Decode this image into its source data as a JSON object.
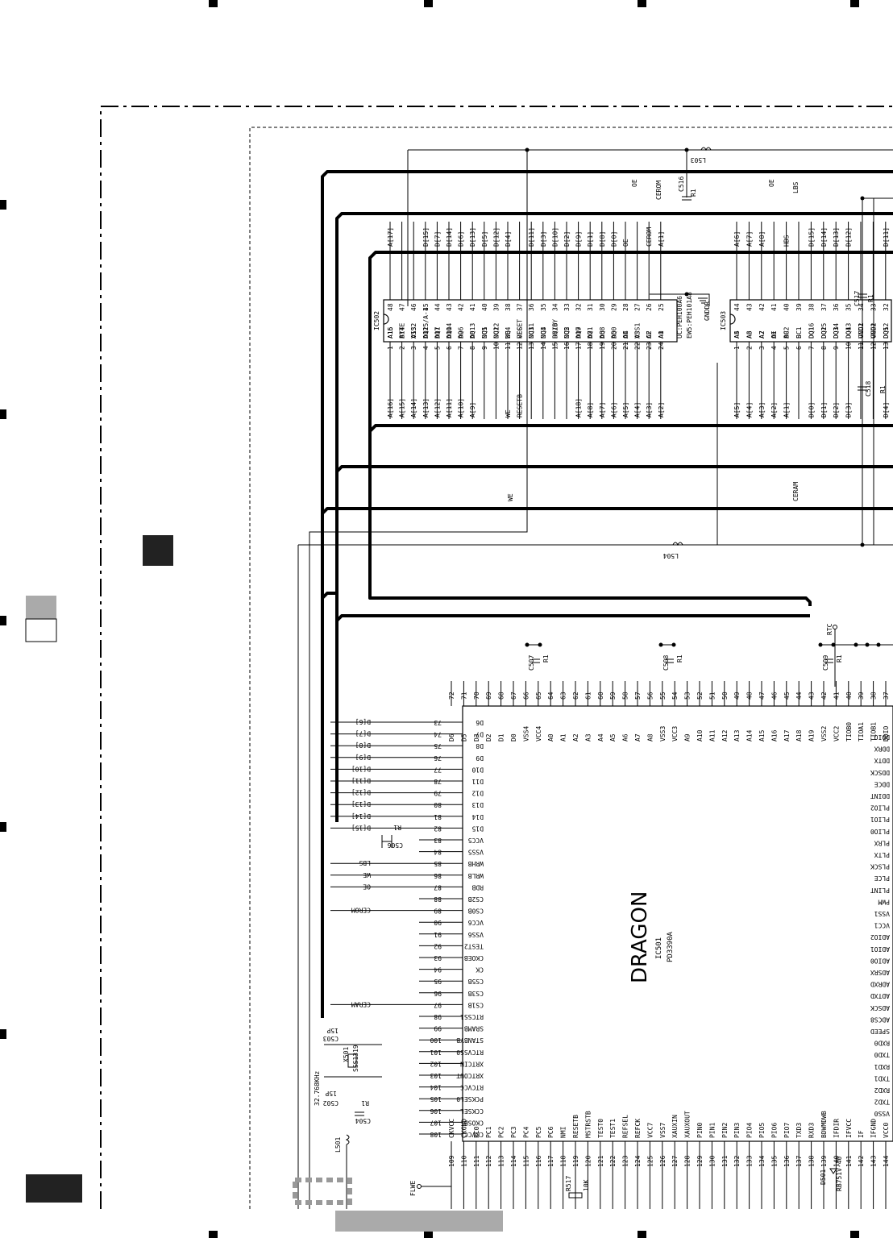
{
  "ic501": {
    "name": "DRAGON",
    "ref": "IC501",
    "part": "PD3390A",
    "top_pins": [
      {
        "num": "72",
        "name": "D6"
      },
      {
        "num": "71",
        "name": "D5"
      },
      {
        "num": "70",
        "name": "D3"
      },
      {
        "num": "69",
        "name": "D2"
      },
      {
        "num": "68",
        "name": "D1"
      },
      {
        "num": "67",
        "name": "D0"
      },
      {
        "num": "66",
        "name": "VSS4"
      },
      {
        "num": "65",
        "name": "VCC4"
      },
      {
        "num": "64",
        "name": "A0"
      },
      {
        "num": "63",
        "name": "A1"
      },
      {
        "num": "62",
        "name": "A2"
      },
      {
        "num": "61",
        "name": "A3"
      },
      {
        "num": "60",
        "name": "A4"
      },
      {
        "num": "59",
        "name": "A5"
      },
      {
        "num": "58",
        "name": "A6"
      },
      {
        "num": "57",
        "name": "A7"
      },
      {
        "num": "56",
        "name": "A8"
      },
      {
        "num": "55",
        "name": "VSS3"
      },
      {
        "num": "54",
        "name": "VCC3"
      },
      {
        "num": "53",
        "name": "A9"
      },
      {
        "num": "52",
        "name": "A10"
      },
      {
        "num": "51",
        "name": "A11"
      },
      {
        "num": "50",
        "name": "A12"
      },
      {
        "num": "49",
        "name": "A13"
      },
      {
        "num": "48",
        "name": "A14"
      },
      {
        "num": "47",
        "name": "A15"
      },
      {
        "num": "46",
        "name": "A16"
      },
      {
        "num": "45",
        "name": "A17"
      },
      {
        "num": "44",
        "name": "A18"
      },
      {
        "num": "43",
        "name": "A19"
      },
      {
        "num": "42",
        "name": "VSS2"
      },
      {
        "num": "41",
        "name": "VCC2"
      },
      {
        "num": "40",
        "name": "TIOB0"
      },
      {
        "num": "39",
        "name": "TIOA1"
      },
      {
        "num": "38",
        "name": "TIOB1"
      },
      {
        "num": "37",
        "name": "DDIO"
      }
    ],
    "left_pins": [
      {
        "num": "73",
        "name": "D6",
        "net": "D[6]"
      },
      {
        "num": "74",
        "name": "D7",
        "net": "D[7]"
      },
      {
        "num": "75",
        "name": "D8",
        "net": "D[8]"
      },
      {
        "num": "76",
        "name": "D9",
        "net": "D[9]"
      },
      {
        "num": "77",
        "name": "D10",
        "net": "D[10]"
      },
      {
        "num": "78",
        "name": "D11",
        "net": "D[11]"
      },
      {
        "num": "79",
        "name": "D12",
        "net": "D[12]"
      },
      {
        "num": "80",
        "name": "D13",
        "net": "D[13]"
      },
      {
        "num": "81",
        "name": "D14",
        "net": "D[14]"
      },
      {
        "num": "82",
        "name": "D15",
        "net": "D[15]"
      },
      {
        "num": "83",
        "name": "VCC5",
        "net": ""
      },
      {
        "num": "84",
        "name": "VSS5",
        "net": ""
      },
      {
        "num": "85",
        "name": "WRHB",
        "net": "LBS"
      },
      {
        "num": "86",
        "name": "WRLB",
        "net": "WE"
      },
      {
        "num": "87",
        "name": "RDB",
        "net": "OE"
      },
      {
        "num": "88",
        "name": "CS2B",
        "net": ""
      },
      {
        "num": "89",
        "name": "CS0B",
        "net": "CEROM"
      },
      {
        "num": "90",
        "name": "VCC6",
        "net": ""
      },
      {
        "num": "91",
        "name": "VSS6",
        "net": ""
      },
      {
        "num": "92",
        "name": "TEST2",
        "net": ""
      },
      {
        "num": "93",
        "name": "CKOEB",
        "net": ""
      },
      {
        "num": "94",
        "name": "CK",
        "net": ""
      },
      {
        "num": "95",
        "name": "CS5B",
        "net": ""
      },
      {
        "num": "96",
        "name": "CS3B",
        "net": ""
      },
      {
        "num": "97",
        "name": "CS1B",
        "net": "CERAM"
      },
      {
        "num": "98",
        "name": "RTCSS1",
        "net": ""
      },
      {
        "num": "99",
        "name": "SRAMB",
        "net": ""
      },
      {
        "num": "100",
        "name": "STANBYB",
        "net": ""
      },
      {
        "num": "101",
        "name": "RTCVSS0",
        "net": ""
      },
      {
        "num": "102",
        "name": "XRTCIN",
        "net": ""
      },
      {
        "num": "103",
        "name": "XRTCOUT",
        "net": ""
      },
      {
        "num": "104",
        "name": "RTCVCC",
        "net": ""
      },
      {
        "num": "105",
        "name": "PCKSEL0",
        "net": ""
      },
      {
        "num": "106",
        "name": "CCKSEL",
        "net": ""
      },
      {
        "num": "107",
        "name": "CKOSB",
        "net": ""
      },
      {
        "num": "108",
        "name": "CKVCC",
        "net": ""
      }
    ],
    "bottom_pins": [
      {
        "num": "109",
        "name": "CKVCC"
      },
      {
        "num": "110",
        "name": "CKGND"
      },
      {
        "num": "111",
        "name": "PC0"
      },
      {
        "num": "112",
        "name": "PC1"
      },
      {
        "num": "113",
        "name": "PC2"
      },
      {
        "num": "114",
        "name": "PC3"
      },
      {
        "num": "115",
        "name": "PC4"
      },
      {
        "num": "116",
        "name": "PC5"
      },
      {
        "num": "117",
        "name": "PC6"
      },
      {
        "num": "118",
        "name": "NMI"
      },
      {
        "num": "119",
        "name": "RESETB"
      },
      {
        "num": "120",
        "name": "MSTRSTB"
      },
      {
        "num": "121",
        "name": "TEST0"
      },
      {
        "num": "122",
        "name": "TEST1"
      },
      {
        "num": "123",
        "name": "REFSEL"
      },
      {
        "num": "124",
        "name": "REFCK"
      },
      {
        "num": "125",
        "name": "VCC7"
      },
      {
        "num": "126",
        "name": "VSS7"
      },
      {
        "num": "127",
        "name": "XAUXIN"
      },
      {
        "num": "128",
        "name": "XAUXOUT"
      },
      {
        "num": "129",
        "name": "PIN0"
      },
      {
        "num": "130",
        "name": "PIN1"
      },
      {
        "num": "131",
        "name": "PIN2"
      },
      {
        "num": "132",
        "name": "PIN3"
      },
      {
        "num": "133",
        "name": "PIO4"
      },
      {
        "num": "134",
        "name": "PIO5"
      },
      {
        "num": "135",
        "name": "PIO6"
      },
      {
        "num": "136",
        "name": "PIO7"
      },
      {
        "num": "137",
        "name": "TXD3"
      },
      {
        "num": "138",
        "name": "RXD3"
      },
      {
        "num": "139",
        "name": "BDWMDWB"
      },
      {
        "num": "140",
        "name": "IFDIR"
      },
      {
        "num": "141",
        "name": "IFVCC"
      },
      {
        "num": "142",
        "name": "IF"
      },
      {
        "num": "143",
        "name": "IFGND"
      },
      {
        "num": "144",
        "name": "VCC0"
      }
    ],
    "right_pins": [
      "DDIO",
      "DDRX",
      "DDTX",
      "DDSCK",
      "DDCE",
      "DDINT",
      "PLIO2",
      "PLIO1",
      "PLIO0",
      "PLRX",
      "PLTX",
      "PLSCK",
      "PLCE",
      "PLINT",
      "PWM",
      "VSS1",
      "VCC1",
      "ADIO2",
      "ADIO1",
      "ADIO0",
      "ADSRX",
      "ADRXD",
      "ADTXD",
      "ADSCK",
      "ADCS8",
      "SPEED",
      "RXD0",
      "TXD0",
      "RXD1",
      "TXD1",
      "RXD2",
      "TXD2",
      "VSS0"
    ]
  },
  "ic502": {
    "ref": "IC502",
    "part_line1": "UC:PEH100A6",
    "part_line2": "EW5:PEH101A8",
    "left_pins": [
      {
        "num": "1",
        "name": "A15",
        "net": "A[16]"
      },
      {
        "num": "2",
        "name": "A14",
        "net": "A[15]"
      },
      {
        "num": "3",
        "name": "A13",
        "net": "A[14]"
      },
      {
        "num": "4",
        "name": "A12",
        "net": "A[13]"
      },
      {
        "num": "5",
        "name": "A11",
        "net": "A[12]"
      },
      {
        "num": "6",
        "name": "A10",
        "net": "A[11]"
      },
      {
        "num": "7",
        "name": "A9",
        "net": "A[10]"
      },
      {
        "num": "8",
        "name": "A8",
        "net": "A[9]"
      },
      {
        "num": "9",
        "name": "NC1",
        "net": ""
      },
      {
        "num": "10",
        "name": "NC2",
        "net": ""
      },
      {
        "num": "11",
        "name": "WE",
        "net": "WE"
      },
      {
        "num": "12",
        "name": "RESET",
        "net": "RESETB"
      },
      {
        "num": "13",
        "name": "NC3",
        "net": ""
      },
      {
        "num": "14",
        "name": "NC4",
        "net": ""
      },
      {
        "num": "15",
        "name": "RY/BY",
        "net": ""
      },
      {
        "num": "16",
        "name": "NC5",
        "net": ""
      },
      {
        "num": "17",
        "name": "A17",
        "net": "A[18]"
      },
      {
        "num": "18",
        "name": "A7",
        "net": "A[8]"
      },
      {
        "num": "19",
        "name": "A6",
        "net": "A[7]"
      },
      {
        "num": "20",
        "name": "A5",
        "net": "A[6]"
      },
      {
        "num": "21",
        "name": "A4",
        "net": "A[5]"
      },
      {
        "num": "22",
        "name": "A3",
        "net": "A[4]"
      },
      {
        "num": "23",
        "name": "A2",
        "net": "A[3]"
      },
      {
        "num": "24",
        "name": "A1",
        "net": "A[2]"
      }
    ],
    "right_pins": [
      {
        "num": "48",
        "name": "A16",
        "net": "A[17]"
      },
      {
        "num": "47",
        "name": "BYTE",
        "net": ""
      },
      {
        "num": "46",
        "name": "VSS2",
        "net": ""
      },
      {
        "num": "45",
        "name": "DQ15/A-1",
        "net": "D[15]"
      },
      {
        "num": "44",
        "name": "DQ7",
        "net": "D[7]"
      },
      {
        "num": "43",
        "name": "DQ14",
        "net": "D[14]"
      },
      {
        "num": "42",
        "name": "DQ6",
        "net": "D[6]"
      },
      {
        "num": "41",
        "name": "DQ13",
        "net": "D[13]"
      },
      {
        "num": "40",
        "name": "DQ5",
        "net": "D[5]"
      },
      {
        "num": "39",
        "name": "DQ12",
        "net": "D[12]"
      },
      {
        "num": "38",
        "name": "DQ4",
        "net": "D[4]"
      },
      {
        "num": "37",
        "name": "VCC",
        "net": ""
      },
      {
        "num": "36",
        "name": "DQ11",
        "net": "D[11]"
      },
      {
        "num": "35",
        "name": "DQ3",
        "net": "D[3]"
      },
      {
        "num": "34",
        "name": "DQ10",
        "net": "D[10]"
      },
      {
        "num": "33",
        "name": "DQ2",
        "net": "D[2]"
      },
      {
        "num": "32",
        "name": "DQ9",
        "net": "D[9]"
      },
      {
        "num": "31",
        "name": "DQ1",
        "net": "D[1]"
      },
      {
        "num": "30",
        "name": "DQ8",
        "net": "D[8]"
      },
      {
        "num": "29",
        "name": "DQ0",
        "net": "D[0]"
      },
      {
        "num": "28",
        "name": "OE",
        "net": "OE"
      },
      {
        "num": "27",
        "name": "VSS1",
        "net": ""
      },
      {
        "num": "26",
        "name": "CE",
        "net": "CEROM"
      },
      {
        "num": "25",
        "name": "A0",
        "net": "A[1]"
      }
    ]
  },
  "ic503": {
    "ref": "IC503",
    "left_pins": [
      {
        "num": "1",
        "name": "A4",
        "net": "A[5]"
      },
      {
        "num": "2",
        "name": "A3",
        "net": "A[4]"
      },
      {
        "num": "3",
        "name": "A2",
        "net": "A[3]"
      },
      {
        "num": "4",
        "name": "A1",
        "net": "A[2]"
      },
      {
        "num": "5",
        "name": "A0",
        "net": "A[1]"
      },
      {
        "num": "6",
        "name": "S",
        "net": ""
      },
      {
        "num": "7",
        "name": "DQ1",
        "net": "D[0]"
      },
      {
        "num": "8",
        "name": "DQ2",
        "net": "D[1]"
      },
      {
        "num": "9",
        "name": "DQ3",
        "net": "D[2]"
      },
      {
        "num": "10",
        "name": "DQ4",
        "net": "D[3]"
      },
      {
        "num": "11",
        "name": "VCC1",
        "net": ""
      },
      {
        "num": "12",
        "name": "GND1",
        "net": ""
      },
      {
        "num": "13",
        "name": "DQ5",
        "net": "D[4]"
      }
    ],
    "right_pins": [
      {
        "num": "44",
        "name": "A5",
        "net": "A[6]"
      },
      {
        "num": "43",
        "name": "A6",
        "net": "A[7]"
      },
      {
        "num": "42",
        "name": "A7",
        "net": "A[8]"
      },
      {
        "num": "41",
        "name": "OE",
        "net": ""
      },
      {
        "num": "40",
        "name": "BC2",
        "net": "HBS"
      },
      {
        "num": "39",
        "name": "BC1",
        "net": ""
      },
      {
        "num": "38",
        "name": "DQ16",
        "net": "D[15]"
      },
      {
        "num": "37",
        "name": "DQ15",
        "net": "D[14]"
      },
      {
        "num": "36",
        "name": "DQ14",
        "net": "D[13]"
      },
      {
        "num": "35",
        "name": "DQ13",
        "net": "D[12]"
      },
      {
        "num": "34",
        "name": "GND2",
        "net": ""
      },
      {
        "num": "33",
        "name": "VCC2",
        "net": ""
      },
      {
        "num": "32",
        "name": "DQ12",
        "net": "D[11]"
      }
    ]
  },
  "signals": {
    "oe": "OE",
    "cerom": "CEROM",
    "we": "WE",
    "ceram": "CERAM",
    "lbs": "LBS",
    "hbs": "HBS",
    "rtc": "RTC",
    "gnddr": "GNDDR",
    "flwe": "FLWE"
  },
  "components": {
    "l503": "L503",
    "l504": "L504",
    "l501": "L501",
    "c516": "C516",
    "c516_val": "R1",
    "c517": "C517",
    "c517_val": "R1",
    "c518": "C518",
    "c518_val": "R1",
    "c507": "C507",
    "c507_val": "R1",
    "c508": "C508",
    "c508_val": "R1",
    "c509": "C509",
    "c509_val": "R1",
    "c506": "C506",
    "c506_val": "R1",
    "c504": "C504",
    "c504_val": "R1",
    "c503": "C503",
    "c503_val": "15P",
    "c502": "C502",
    "c502_val": "15P",
    "x501": "X501",
    "x501_part": "SSS1319",
    "x501_freq": "32.768KHz",
    "r517": "R517",
    "r517_val": "10K",
    "d501": "D501",
    "d501_part": "RB751V-40"
  }
}
